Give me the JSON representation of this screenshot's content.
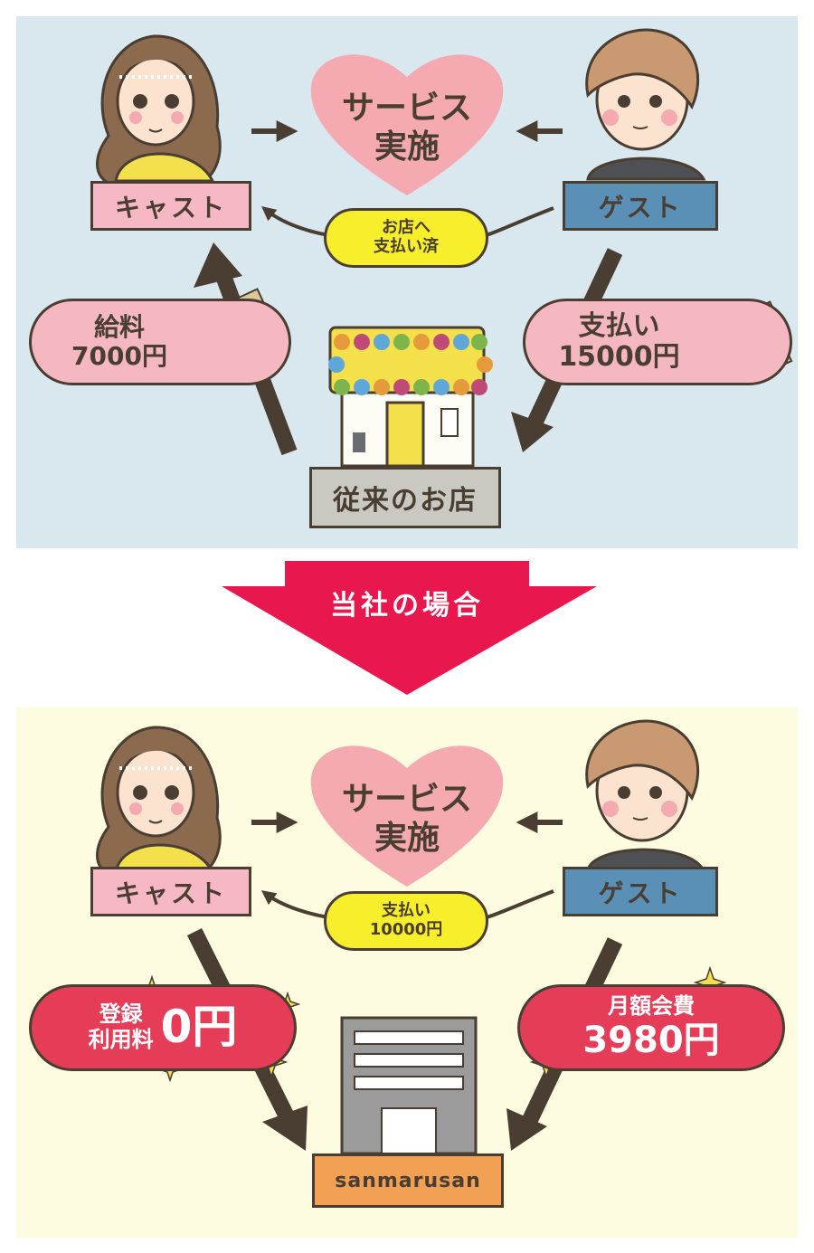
{
  "top": {
    "heart_line1": "サービス",
    "heart_line2": "実施",
    "cast_label": "キャスト",
    "guest_label": "ゲスト",
    "shop_label": "従来のお店",
    "paid_line1": "お店へ",
    "paid_line2": "支払い済",
    "salary_line1": "給料",
    "salary_line2": "7000円",
    "payment_line1": "支払い",
    "payment_line2": "15000円"
  },
  "banner": {
    "text": "当社の場合"
  },
  "bottom": {
    "heart_line1": "サービス",
    "heart_line2": "実施",
    "cast_label": "キャスト",
    "guest_label": "ゲスト",
    "company_label": "sanmarusan",
    "pay_line1": "支払い",
    "pay_line2": "10000円",
    "reg_line1": "登録",
    "reg_line2": "利用料",
    "reg_amount": "0円",
    "monthly_line1": "月額会費",
    "monthly_amount": "3980円"
  },
  "colors": {
    "top_bg": "#d9e7ee",
    "bottom_bg": "#fdfbe0",
    "banner": "#e8174e",
    "heart": "#f5a9b0",
    "outline": "#4a3d32"
  }
}
